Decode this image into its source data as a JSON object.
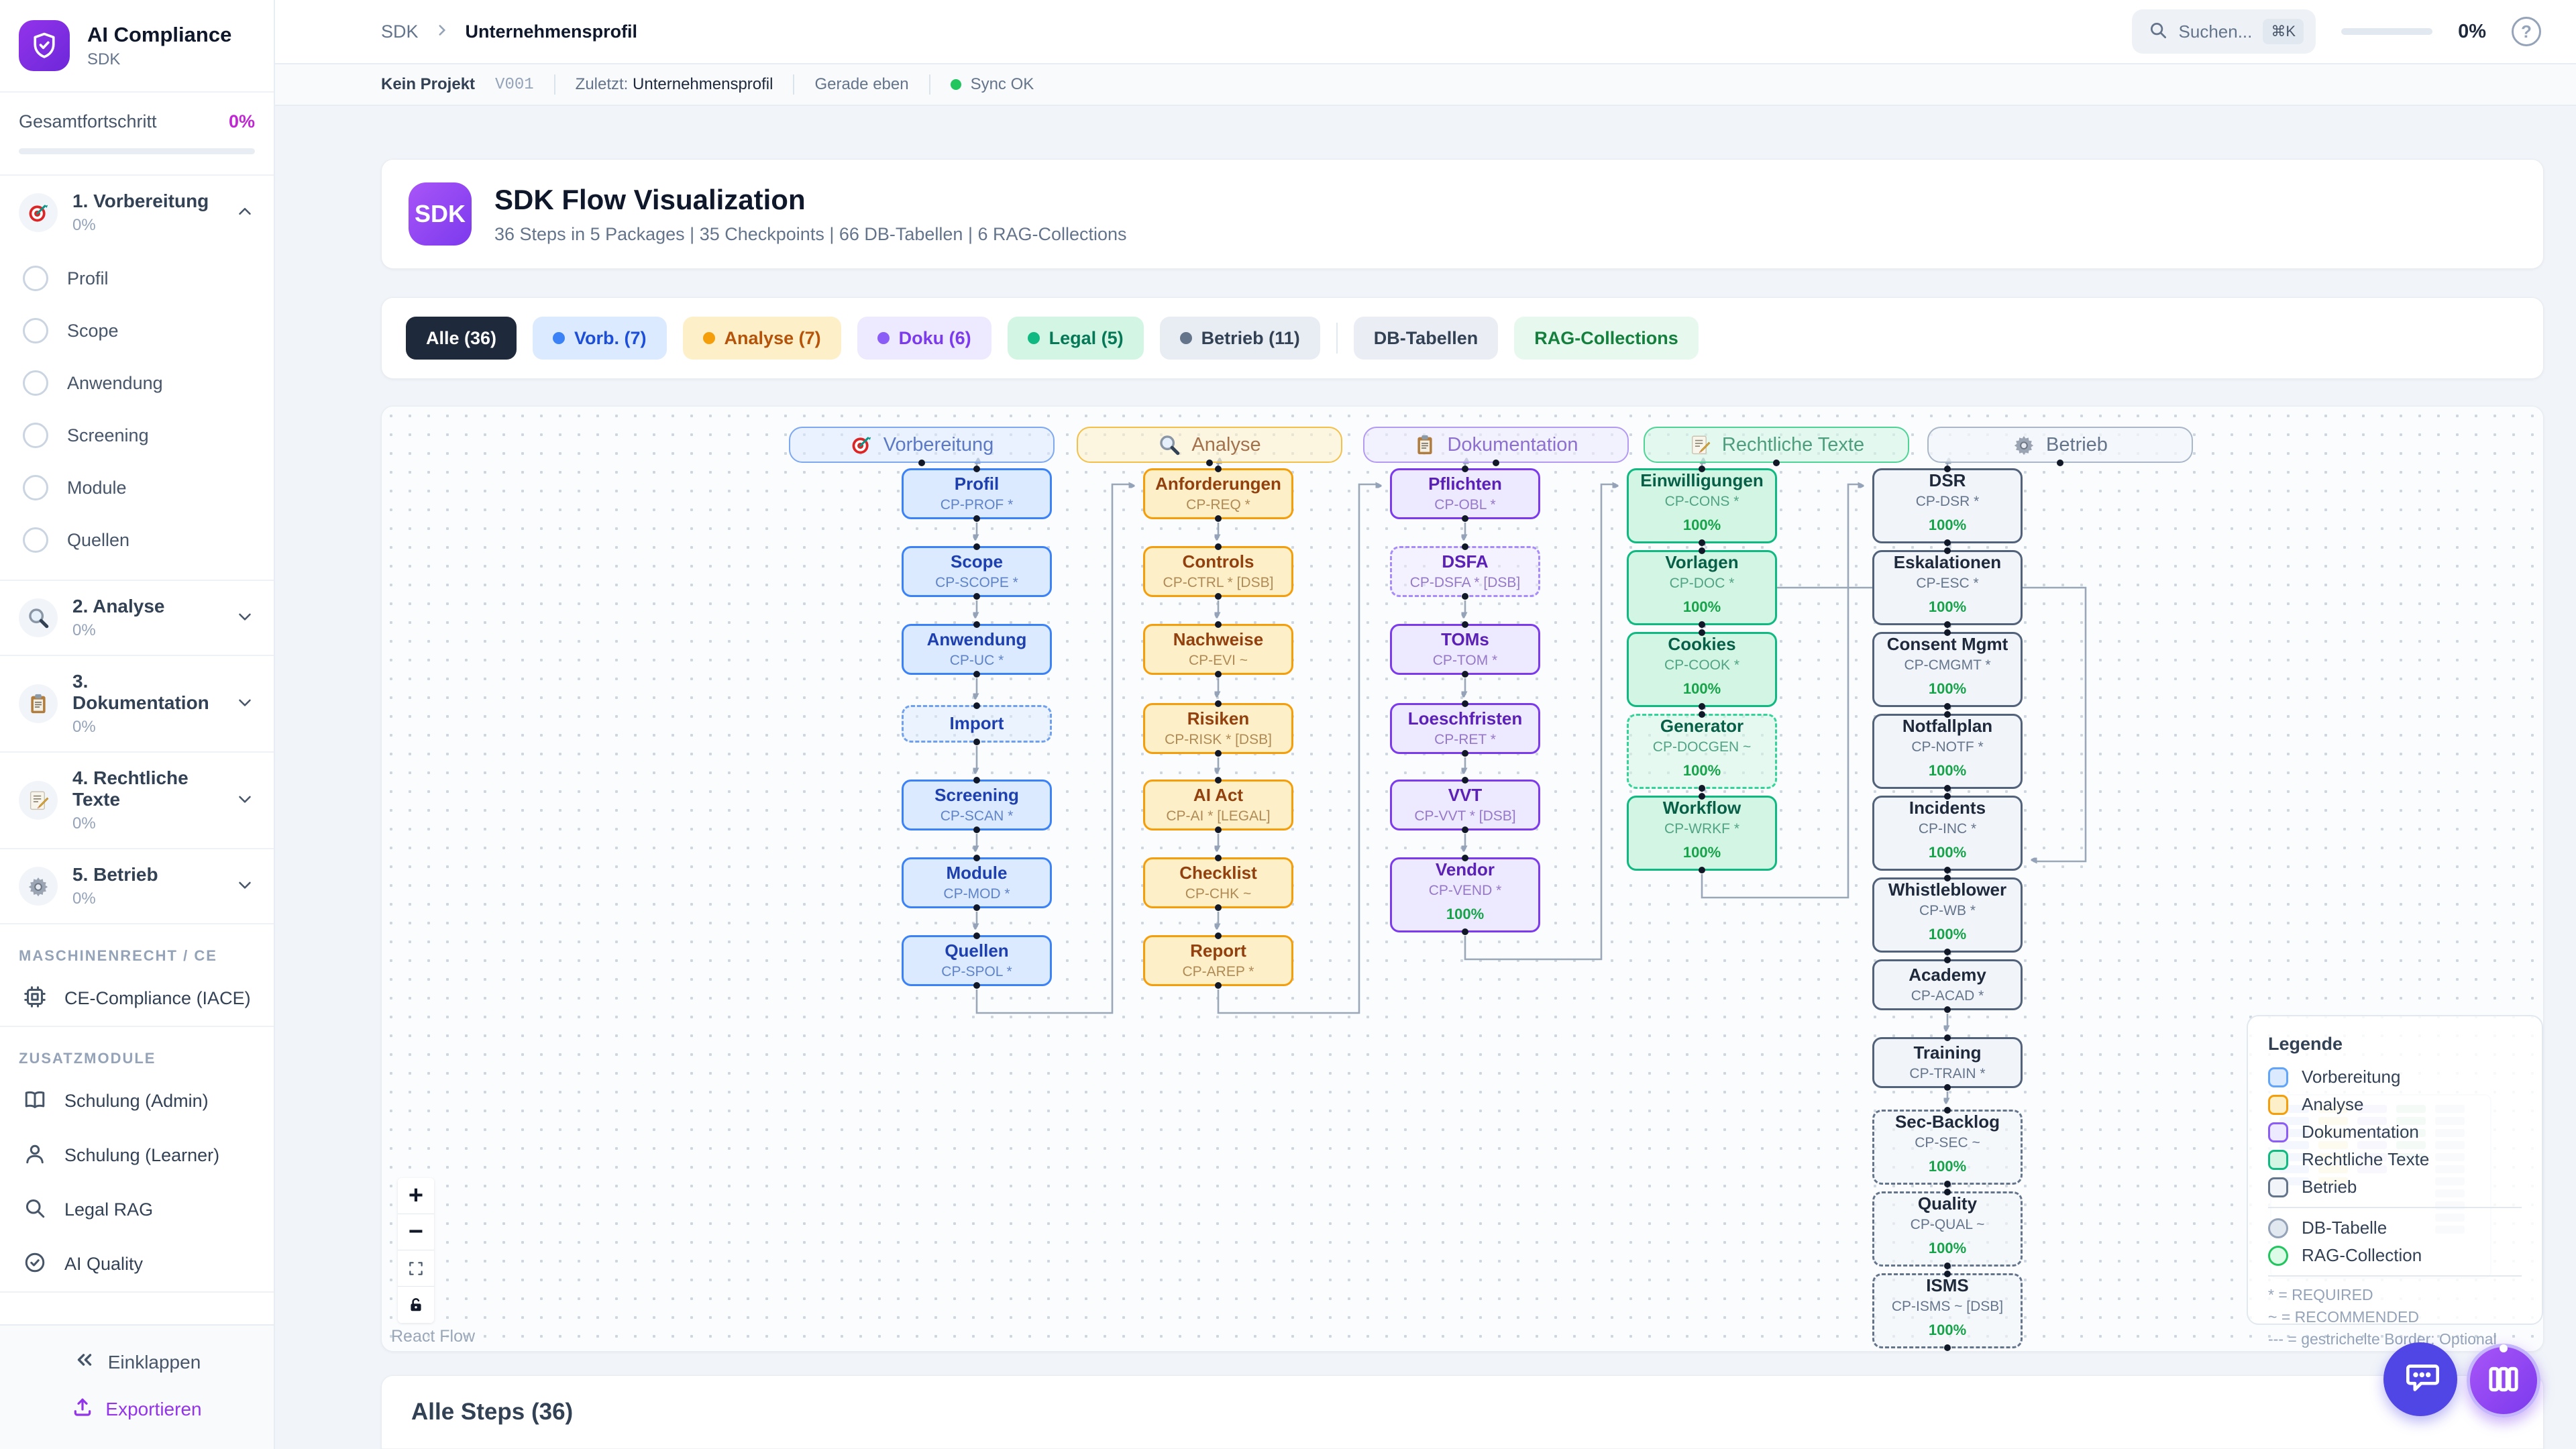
{
  "sidebar": {
    "logo": {
      "title": "AI Compliance",
      "subtitle": "SDK"
    },
    "overall": {
      "label": "Gesamtfortschritt",
      "value": "0%"
    },
    "steps": [
      {
        "icon": "target-icon",
        "label": "1. Vorbereitung",
        "percent": "0%",
        "expanded": true,
        "children": [
          "Profil",
          "Scope",
          "Anwendung",
          "Screening",
          "Module",
          "Quellen"
        ]
      },
      {
        "icon": "magnifier-icon",
        "label": "2. Analyse",
        "percent": "0%",
        "expanded": false,
        "children": []
      },
      {
        "icon": "clipboard-icon",
        "label": "3. Dokumentation",
        "percent": "0%",
        "expanded": false,
        "children": []
      },
      {
        "icon": "memo-icon",
        "label": "4. Rechtliche Texte",
        "percent": "0%",
        "expanded": false,
        "children": []
      },
      {
        "icon": "gear-icon",
        "label": "5. Betrieb",
        "percent": "0%",
        "expanded": false,
        "children": []
      }
    ],
    "sections": [
      {
        "title": "MASCHINENRECHT / CE",
        "items": [
          {
            "icon": "cpu-icon",
            "label": "CE-Compliance (IACE)"
          }
        ]
      },
      {
        "title": "ZUSATZMODULE",
        "items": [
          {
            "icon": "book-icon",
            "label": "Schulung (Admin)"
          },
          {
            "icon": "user-icon",
            "label": "Schulung (Learner)"
          },
          {
            "icon": "search-icon",
            "label": "Legal RAG"
          },
          {
            "icon": "check-circle-icon",
            "label": "AI Quality"
          }
        ]
      }
    ],
    "footer": {
      "collapse": "Einklappen",
      "export": "Exportieren"
    }
  },
  "topbar": {
    "breadcrumb": {
      "parent": "SDK",
      "current": "Unternehmensprofil"
    },
    "search": {
      "placeholder": "Suchen...",
      "shortcut": "⌘K"
    },
    "progress": "0%"
  },
  "statusbar": {
    "project": "Kein Projekt",
    "version": "V001",
    "last_label": "Zuletzt:",
    "last_value": "Unternehmensprofil",
    "time": "Gerade eben",
    "sync": "Sync OK"
  },
  "hero": {
    "badge": "SDK",
    "title": "SDK Flow Visualization",
    "subtitle": "36 Steps in 5 Packages | 35 Checkpoints | 66 DB-Tabellen | 6 RAG-Collections"
  },
  "filters": [
    {
      "label": "Alle (36)",
      "variant": "all",
      "active": true
    },
    {
      "label": "Vorb. (7)",
      "variant": "vorb"
    },
    {
      "label": "Analyse (7)",
      "variant": "analyse"
    },
    {
      "label": "Doku (6)",
      "variant": "doku"
    },
    {
      "label": "Legal (5)",
      "variant": "legal"
    },
    {
      "label": "Betrieb (11)",
      "variant": "betrieb"
    },
    {
      "label": "DB-Tabellen",
      "variant": "db",
      "separated": true
    },
    {
      "label": "RAG-Collections",
      "variant": "rag"
    }
  ],
  "flow": {
    "packages": [
      {
        "id": "vorbereitung",
        "label": "Vorbereitung",
        "icon": "target-icon",
        "color": "blue",
        "accent": "#3b82f6",
        "nodes": [
          {
            "title": "Profil",
            "code": "CP-PROF *"
          },
          {
            "title": "Scope",
            "code": "CP-SCOPE *"
          },
          {
            "title": "Anwendung",
            "code": "CP-UC *"
          },
          {
            "title": "Import",
            "code": null,
            "dashed": true
          },
          {
            "title": "Screening",
            "code": "CP-SCAN *"
          },
          {
            "title": "Module",
            "code": "CP-MOD *"
          },
          {
            "title": "Quellen",
            "code": "CP-SPOL *"
          }
        ]
      },
      {
        "id": "analyse",
        "label": "Analyse",
        "icon": "magnifier-icon",
        "color": "yellow",
        "accent": "#f59e0b",
        "nodes": [
          {
            "title": "Anforderungen",
            "code": "CP-REQ *"
          },
          {
            "title": "Controls",
            "code": "CP-CTRL * [DSB]"
          },
          {
            "title": "Nachweise",
            "code": "CP-EVI ~"
          },
          {
            "title": "Risiken",
            "code": "CP-RISK * [DSB]"
          },
          {
            "title": "AI Act",
            "code": "CP-AI * [LEGAL]"
          },
          {
            "title": "Checklist",
            "code": "CP-CHK ~"
          },
          {
            "title": "Report",
            "code": "CP-AREP *"
          }
        ]
      },
      {
        "id": "dokumentation",
        "label": "Dokumentation",
        "icon": "clipboard-icon",
        "color": "purple",
        "accent": "#8b5cf6",
        "nodes": [
          {
            "title": "Pflichten",
            "code": "CP-OBL *"
          },
          {
            "title": "DSFA",
            "code": "CP-DSFA * [DSB]",
            "dashed": true
          },
          {
            "title": "TOMs",
            "code": "CP-TOM *"
          },
          {
            "title": "Loeschfristen",
            "code": "CP-RET *"
          },
          {
            "title": "VVT",
            "code": "CP-VVT * [DSB]"
          },
          {
            "title": "Vendor",
            "code": "CP-VEND *",
            "progress": "100%"
          }
        ]
      },
      {
        "id": "rechtliche-texte",
        "label": "Rechtliche Texte",
        "icon": "memo-icon",
        "color": "green",
        "accent": "#10b981",
        "nodes": [
          {
            "title": "Einwilligungen",
            "code": "CP-CONS *",
            "progress": "100%"
          },
          {
            "title": "Vorlagen",
            "code": "CP-DOC *",
            "progress": "100%"
          },
          {
            "title": "Cookies",
            "code": "CP-COOK *",
            "progress": "100%"
          },
          {
            "title": "Generator",
            "code": "CP-DOCGEN ~",
            "progress": "100%",
            "dashed": true
          },
          {
            "title": "Workflow",
            "code": "CP-WRKF *",
            "progress": "100%"
          }
        ]
      },
      {
        "id": "betrieb",
        "label": "Betrieb",
        "icon": "gear-icon",
        "color": "gray",
        "accent": "#64748b",
        "nodes": [
          {
            "title": "DSR",
            "code": "CP-DSR *",
            "progress": "100%"
          },
          {
            "title": "Eskalationen",
            "code": "CP-ESC *",
            "progress": "100%"
          },
          {
            "title": "Consent Mgmt",
            "code": "CP-CMGMT *",
            "progress": "100%"
          },
          {
            "title": "Notfallplan",
            "code": "CP-NOTF *",
            "progress": "100%"
          },
          {
            "title": "Incidents",
            "code": "CP-INC *",
            "progress": "100%"
          },
          {
            "title": "Whistleblower",
            "code": "CP-WB *",
            "progress": "100%"
          },
          {
            "title": "Academy",
            "code": "CP-ACAD *"
          },
          {
            "title": "Training",
            "code": "CP-TRAIN *"
          },
          {
            "title": "Sec-Backlog",
            "code": "CP-SEC ~",
            "progress": "100%",
            "dashed": true
          },
          {
            "title": "Quality",
            "code": "CP-QUAL ~",
            "progress": "100%",
            "dashed": true
          },
          {
            "title": "ISMS",
            "code": "CP-ISMS ~ [DSB]",
            "progress": "100%",
            "dashed": true
          }
        ]
      }
    ],
    "legend": {
      "title": "Legende",
      "groups": [
        {
          "label": "Vorbereitung",
          "border": "#60a5fa",
          "bg": "#dbeafe"
        },
        {
          "label": "Analyse",
          "border": "#f59e0b",
          "bg": "#fdf0c9"
        },
        {
          "label": "Dokumentation",
          "border": "#8b5cf6",
          "bg": "#ede9fe"
        },
        {
          "label": "Rechtliche Texte",
          "border": "#10b981",
          "bg": "#d3f5e3"
        },
        {
          "label": "Betrieb",
          "border": "#64748b",
          "bg": "#f1f5f9"
        }
      ],
      "shapes": [
        {
          "label": "DB-Tabelle",
          "border": "#94a3b8",
          "bg": "#e2e8f0"
        },
        {
          "label": "RAG-Collection",
          "border": "#22c55e",
          "bg": "#dcfce7"
        }
      ],
      "notes": [
        "* = REQUIRED",
        "~ = RECOMMENDED",
        "--- = gestrichelte Border: Optional"
      ]
    },
    "attribution": "React Flow",
    "controls": [
      "zoom-in-icon",
      "zoom-out-icon",
      "fit-view-icon",
      "lock-icon"
    ]
  },
  "steps_panel": {
    "title": "Alle Steps (36)"
  },
  "colors": {
    "accent_purple": "#7c3aed",
    "sidebar_percent": "#c026d3",
    "export_link": "#9333ea",
    "progress_green": "#22c55e",
    "sync_green": "#22c55e",
    "active_chip_bg": "#1e293b",
    "edge_gray": "#94a3b8"
  }
}
